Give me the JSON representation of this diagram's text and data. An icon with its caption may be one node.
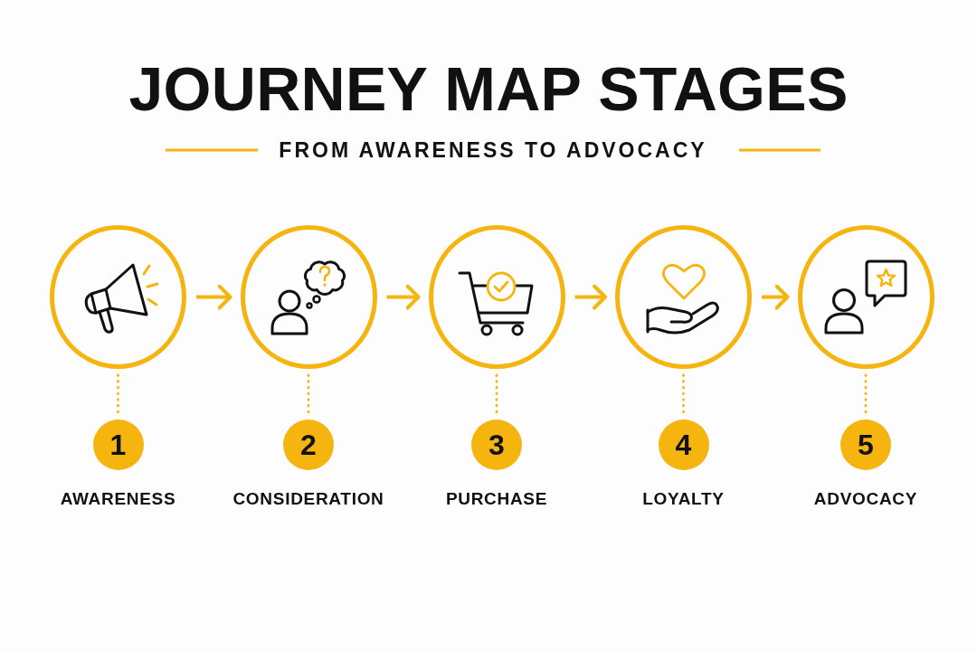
{
  "diagram": {
    "title": "JOURNEY MAP STAGES",
    "nodes": [
      {
        "text": [],
        "shape": "circle"
      },
      {
        "text": [],
        "shape": "circle"
      },
      {
        "text": [],
        "shape": "circle"
      },
      {
        "text": [],
        "shape": "circle"
      },
      {
        "text": [],
        "shape": "circle"
      },
      {
        "text": [
          "1"
        ],
        "beside": [
          "AWARENESS"
        ]
      },
      {
        "text": [
          "2"
        ],
        "beside": [
          "CONSIDERATION"
        ]
      },
      {
        "text": [
          "3"
        ],
        "beside": [
          "PURCHASE"
        ]
      },
      {
        "text": [
          "4"
        ],
        "beside": [
          "LOYALTY"
        ]
      },
      {
        "text": [
          "5"
        ],
        "beside": [
          "ADVOCACY"
        ]
      }
    ],
    "edges": [
      {
        "from": 0,
        "to": 1,
        "arrow": "to"
      },
      {
        "from": 1,
        "to": 2,
        "arrow": "to"
      },
      {
        "from": 2,
        "to": 3,
        "arrow": "to"
      },
      {
        "from": 3,
        "to": 4,
        "arrow": "to"
      },
      {
        "from": 0,
        "to": 5,
        "arrow": "none",
        "style": "dashed"
      },
      {
        "from": 1,
        "to": 6,
        "arrow": "none",
        "style": "dashed"
      },
      {
        "from": 2,
        "to": 7,
        "arrow": "none",
        "style": "dashed"
      },
      {
        "from": 3,
        "to": 8,
        "arrow": "none",
        "style": "dashed"
      },
      {
        "from": 4,
        "to": 9,
        "arrow": "none",
        "style": "dashed"
      }
    ],
    "labels": [
      "FROM AWARENESS TO ADVOCACY"
    ]
  }
}
